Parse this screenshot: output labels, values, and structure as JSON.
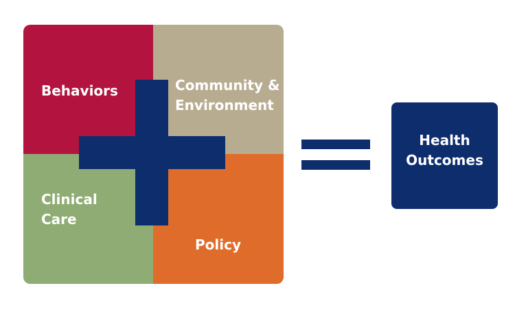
{
  "quadrants": {
    "behaviors": {
      "label": "Behaviors",
      "color": "#b3143f"
    },
    "community": {
      "label": "Community &\nEnvironment",
      "color": "#b8ac90"
    },
    "clinical": {
      "label": "Clinical\nCare",
      "color": "#8eac73"
    },
    "policy": {
      "label": "Policy",
      "color": "#df6c2a"
    }
  },
  "operators": {
    "plus_color": "#0e2d6d",
    "equals_color": "#0e2d6d"
  },
  "result": {
    "label": "Health\nOutcomes",
    "color": "#0e2d6d"
  }
}
